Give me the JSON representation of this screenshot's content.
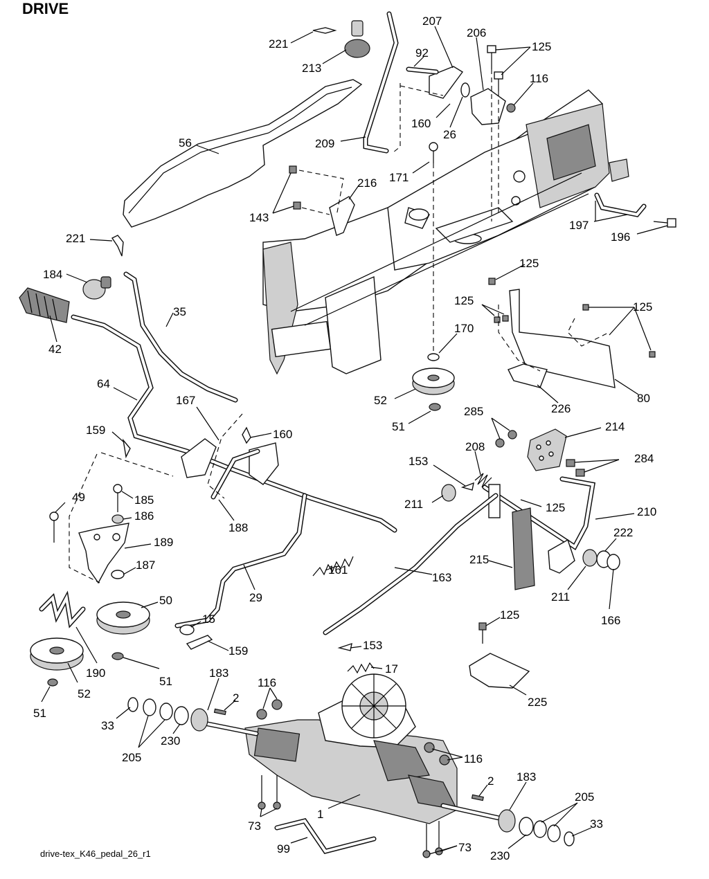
{
  "title": "DRIVE",
  "caption": "drive-tex_K46_pedal_26_r1",
  "callouts": [
    {
      "id": "c221a",
      "text": "221"
    },
    {
      "id": "c213",
      "text": "213"
    },
    {
      "id": "c207",
      "text": "207"
    },
    {
      "id": "c206",
      "text": "206"
    },
    {
      "id": "c92",
      "text": "92"
    },
    {
      "id": "c125a",
      "text": "125"
    },
    {
      "id": "c116a",
      "text": "116"
    },
    {
      "id": "c160a",
      "text": "160"
    },
    {
      "id": "c26",
      "text": "26"
    },
    {
      "id": "c56",
      "text": "56"
    },
    {
      "id": "c209",
      "text": "209"
    },
    {
      "id": "c171",
      "text": "171"
    },
    {
      "id": "c216",
      "text": "216"
    },
    {
      "id": "c143",
      "text": "143"
    },
    {
      "id": "c197",
      "text": "197"
    },
    {
      "id": "c196",
      "text": "196"
    },
    {
      "id": "c221b",
      "text": "221"
    },
    {
      "id": "c125b",
      "text": "125"
    },
    {
      "id": "c184",
      "text": "184"
    },
    {
      "id": "c35",
      "text": "35"
    },
    {
      "id": "c125c",
      "text": "125"
    },
    {
      "id": "c125d",
      "text": "125"
    },
    {
      "id": "c42",
      "text": "42"
    },
    {
      "id": "c170",
      "text": "170"
    },
    {
      "id": "c64",
      "text": "64"
    },
    {
      "id": "c52a",
      "text": "52"
    },
    {
      "id": "c226",
      "text": "226"
    },
    {
      "id": "c80",
      "text": "80"
    },
    {
      "id": "c167",
      "text": "167"
    },
    {
      "id": "c51a",
      "text": "51"
    },
    {
      "id": "c285",
      "text": "285"
    },
    {
      "id": "c214",
      "text": "214"
    },
    {
      "id": "c159a",
      "text": "159"
    },
    {
      "id": "c160b",
      "text": "160"
    },
    {
      "id": "c284",
      "text": "284"
    },
    {
      "id": "c208",
      "text": "208"
    },
    {
      "id": "c153a",
      "text": "153"
    },
    {
      "id": "c49",
      "text": "49"
    },
    {
      "id": "c185",
      "text": "185"
    },
    {
      "id": "c211a",
      "text": "211"
    },
    {
      "id": "c125e",
      "text": "125"
    },
    {
      "id": "c210",
      "text": "210"
    },
    {
      "id": "c186",
      "text": "186"
    },
    {
      "id": "c189",
      "text": "189"
    },
    {
      "id": "c188",
      "text": "188"
    },
    {
      "id": "c222",
      "text": "222"
    },
    {
      "id": "c187",
      "text": "187"
    },
    {
      "id": "c161",
      "text": "161"
    },
    {
      "id": "c215",
      "text": "215"
    },
    {
      "id": "c163",
      "text": "163"
    },
    {
      "id": "c29",
      "text": "29"
    },
    {
      "id": "c211b",
      "text": "211"
    },
    {
      "id": "c50",
      "text": "50"
    },
    {
      "id": "c166",
      "text": "166"
    },
    {
      "id": "c15",
      "text": "15"
    },
    {
      "id": "c125f",
      "text": "125"
    },
    {
      "id": "c159b",
      "text": "159"
    },
    {
      "id": "c153b",
      "text": "153"
    },
    {
      "id": "c190",
      "text": "190"
    },
    {
      "id": "c51b",
      "text": "51"
    },
    {
      "id": "c17",
      "text": "17"
    },
    {
      "id": "c183a",
      "text": "183"
    },
    {
      "id": "c116b",
      "text": "116"
    },
    {
      "id": "c52b",
      "text": "52"
    },
    {
      "id": "c225",
      "text": "225"
    },
    {
      "id": "c2a",
      "text": "2"
    },
    {
      "id": "c51c",
      "text": "51"
    },
    {
      "id": "c33a",
      "text": "33"
    },
    {
      "id": "c230a",
      "text": "230"
    },
    {
      "id": "c205a",
      "text": "205"
    },
    {
      "id": "c116c",
      "text": "116"
    },
    {
      "id": "c2b",
      "text": "2"
    },
    {
      "id": "c183b",
      "text": "183"
    },
    {
      "id": "c1",
      "text": "1"
    },
    {
      "id": "c73a",
      "text": "73"
    },
    {
      "id": "c205b",
      "text": "205"
    },
    {
      "id": "c33b",
      "text": "33"
    },
    {
      "id": "c99",
      "text": "99"
    },
    {
      "id": "c73b",
      "text": "73"
    },
    {
      "id": "c230b",
      "text": "230"
    }
  ]
}
